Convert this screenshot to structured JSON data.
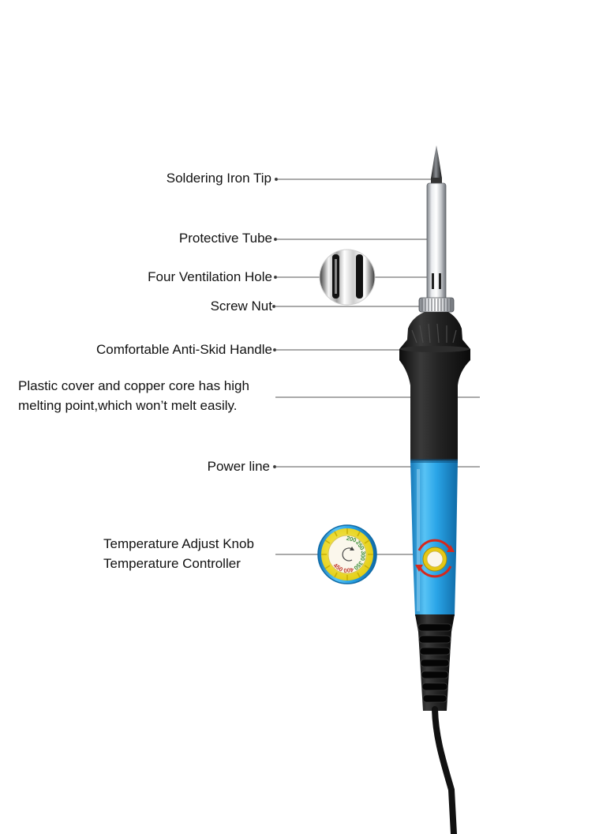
{
  "diagram": {
    "subject": "soldering iron",
    "callouts": [
      {
        "id": "tip",
        "text": "Soldering Iron Tip"
      },
      {
        "id": "tube",
        "text": "Protective Tube"
      },
      {
        "id": "vent",
        "text": "Four Ventilation Hole"
      },
      {
        "id": "nut",
        "text": "Screw Nut"
      },
      {
        "id": "handle",
        "text": "Comfortable Anti-Skid Handle"
      },
      {
        "id": "cover",
        "lines": [
          "Plastic cover and copper core has high",
          "melting point,which won’t melt easily."
        ]
      },
      {
        "id": "power",
        "text": "Power line"
      },
      {
        "id": "knob",
        "lines": [
          "Temperature Adjust Knob",
          "Temperature Controller"
        ]
      }
    ],
    "knob_dial": {
      "scale_marks": [
        "200",
        "250",
        "300",
        "350",
        "400",
        "450"
      ]
    },
    "colors": {
      "handle_blue": "#2aa5e8",
      "grip_black": "#1e1e1e",
      "knob_yellow": "#f4e11a",
      "metal": "#c9ccd0",
      "rotation_arrow": "#d6281c",
      "leader_line": "#555555"
    }
  }
}
